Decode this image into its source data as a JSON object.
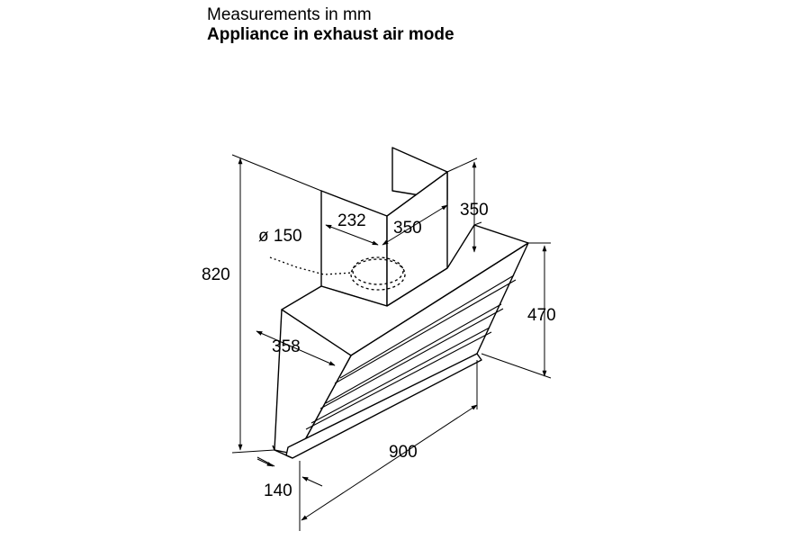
{
  "header": {
    "subtitle": "Measurements in mm",
    "title": "Appliance in exhaust air mode"
  },
  "dimensions": {
    "overall_height": "820",
    "chimney_depth": "232",
    "chimney_width": "350",
    "chimney_height": "350",
    "duct_diameter": "ø 150",
    "hood_depth": "358",
    "front_height": "470",
    "hood_width": "900",
    "bottom_depth": "140"
  }
}
